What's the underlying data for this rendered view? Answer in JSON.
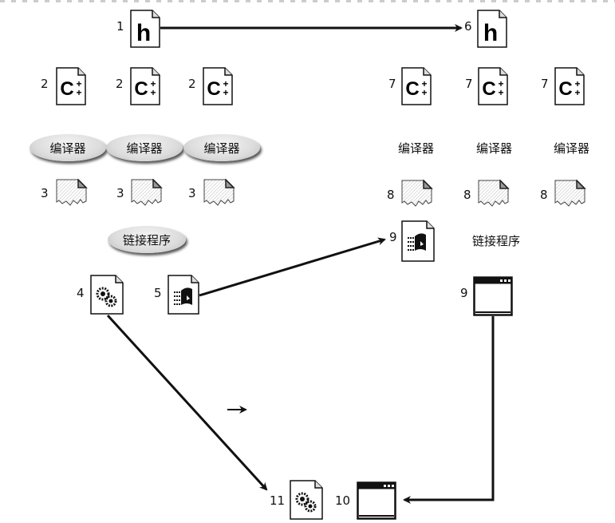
{
  "diagram": {
    "left_side": {
      "header_file": {
        "number": "1",
        "icon": "header-h-icon",
        "glyph": "h"
      },
      "sources": [
        {
          "number": "2",
          "icon": "cpp-source-icon",
          "glyph": "C"
        },
        {
          "number": "2",
          "icon": "cpp-source-icon",
          "glyph": "C"
        },
        {
          "number": "2",
          "icon": "cpp-source-icon",
          "glyph": "C"
        }
      ],
      "compilers": [
        {
          "label": "编译器"
        },
        {
          "label": "编译器"
        },
        {
          "label": "编译器"
        }
      ],
      "objects": [
        {
          "number": "3",
          "icon": "object-file-icon"
        },
        {
          "number": "3",
          "icon": "object-file-icon"
        },
        {
          "number": "3",
          "icon": "object-file-icon"
        }
      ],
      "linker": {
        "label": "链接程序"
      },
      "executable": {
        "number": "4",
        "icon": "gears-exe-icon"
      },
      "library": {
        "number": "5",
        "icon": "library-icon"
      }
    },
    "right_side": {
      "header_file": {
        "number": "6",
        "icon": "header-h-icon",
        "glyph": "h"
      },
      "sources": [
        {
          "number": "7",
          "icon": "cpp-source-icon",
          "glyph": "C"
        },
        {
          "number": "7",
          "icon": "cpp-source-icon",
          "glyph": "C"
        },
        {
          "number": "7",
          "icon": "cpp-source-icon",
          "glyph": "C"
        }
      ],
      "compilers": [
        {
          "label": "编译器"
        },
        {
          "label": "编译器"
        },
        {
          "label": "编译器"
        }
      ],
      "objects": [
        {
          "number": "8",
          "icon": "object-file-icon"
        },
        {
          "number": "8",
          "icon": "object-file-icon"
        },
        {
          "number": "8",
          "icon": "object-file-icon"
        }
      ],
      "library": {
        "number": "9",
        "icon": "library-icon"
      },
      "linker": {
        "label": "链接程序"
      },
      "application": {
        "number": "9",
        "icon": "window-app-icon"
      }
    },
    "bottom": {
      "executable": {
        "number": "11",
        "icon": "gears-exe-icon"
      },
      "application": {
        "number": "10",
        "icon": "window-app-icon"
      }
    },
    "colors": {
      "ink": "#111111",
      "ellipse_fill": "#dcdcdc",
      "background": "#ffffff"
    }
  }
}
